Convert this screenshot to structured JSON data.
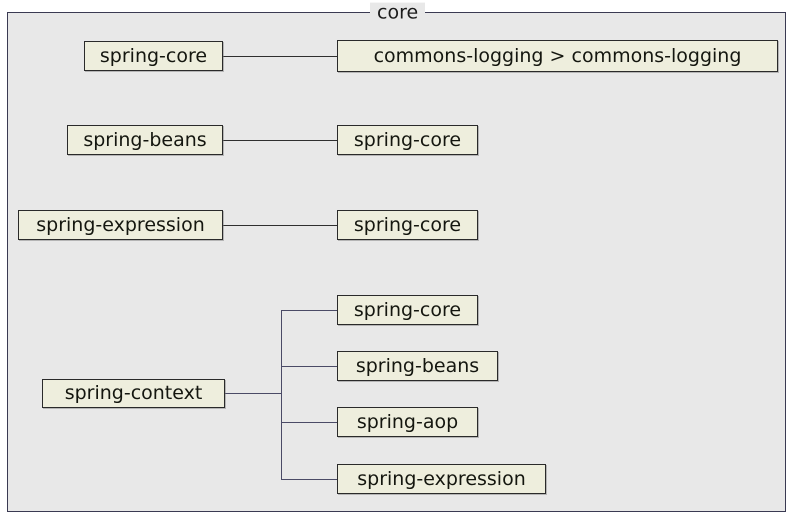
{
  "panel": {
    "title": "core",
    "background_color": "#e8e8e8",
    "border_color": "#3a3a52"
  },
  "style": {
    "node_fill": "#eeeedd",
    "node_border": "#2a2a2a",
    "connector_color": "#2f2f2f",
    "tree_connector_color": "#4a4a66",
    "text_color": "#14160f"
  },
  "rows": [
    {
      "name": "spring-core-dependency-row",
      "source": "spring-core",
      "targets": [
        "commons-logging > commons-logging"
      ]
    },
    {
      "name": "spring-beans-dependency-row",
      "source": "spring-beans",
      "targets": [
        "spring-core"
      ]
    },
    {
      "name": "spring-expression-dependency-row",
      "source": "spring-expression",
      "targets": [
        "spring-core"
      ]
    },
    {
      "name": "spring-context-dependency-row",
      "source": "spring-context",
      "targets": [
        "spring-core",
        "spring-beans",
        "spring-aop",
        "spring-expression"
      ]
    }
  ],
  "nodes": {
    "row1_source": "spring-core",
    "row1_target": "commons-logging > commons-logging",
    "row2_source": "spring-beans",
    "row2_target": "spring-core",
    "row3_source": "spring-expression",
    "row3_target": "spring-core",
    "row4_source": "spring-context",
    "row4_target1": "spring-core",
    "row4_target2": "spring-beans",
    "row4_target3": "spring-aop",
    "row4_target4": "spring-expression"
  }
}
